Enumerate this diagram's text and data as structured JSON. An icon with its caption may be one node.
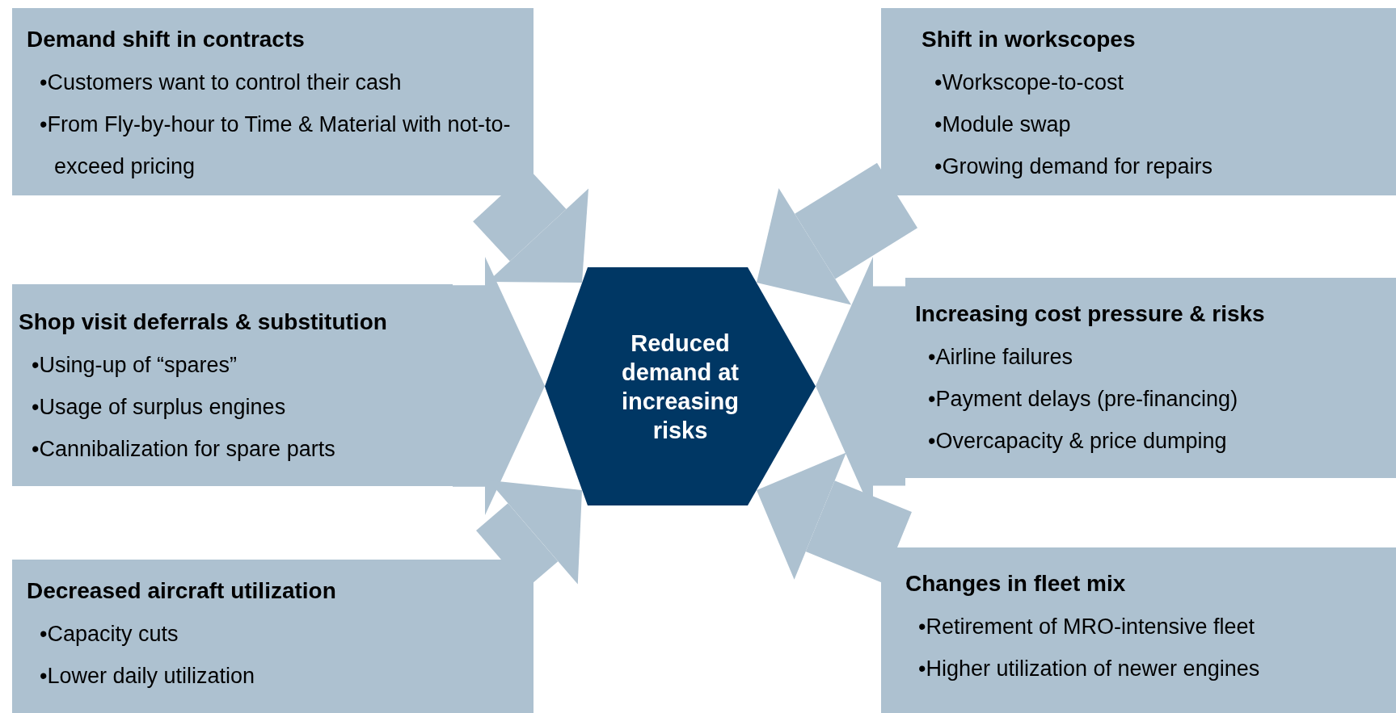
{
  "diagram": {
    "nodes": [
      {
        "text": [
          "Demand shift in contracts",
          "•Customers want to control their cash",
          "•From Fly-by-hour to Time & Material with not-to-exceed pricing"
        ]
      },
      {
        "text": [
          "Shift in workscopes",
          "•Workscope-to-cost",
          "•Module swap",
          "•Growing demand for repairs"
        ]
      },
      {
        "text": [
          "Shop visit deferrals & substitution",
          "•Using-up of “spares”",
          "•Usage of surplus engines",
          "•Cannibalization for spare parts"
        ]
      },
      {
        "text": [
          "Reduced demand at increasing risks"
        ]
      },
      {
        "text": [
          "Increasing cost pressure & risks",
          "•Airline failures",
          "•Payment delays (pre-financing)",
          "•Overcapacity & price dumping"
        ]
      },
      {
        "text": [
          "Decreased aircraft utilization",
          "•Capacity cuts",
          "•Lower daily utilization"
        ]
      },
      {
        "text": [
          "Changes in fleet mix",
          "•Retirement of MRO-intensive fleet",
          "•Higher utilization of newer engines"
        ]
      }
    ],
    "edges": [
      {
        "from": 0,
        "to": 3,
        "arrow": "to"
      },
      {
        "from": 1,
        "to": 3,
        "arrow": "to"
      },
      {
        "from": 2,
        "to": 3,
        "arrow": "to",
        "style": "thick"
      },
      {
        "from": 4,
        "to": 3,
        "arrow": "to",
        "style": "thick"
      },
      {
        "from": 5,
        "to": 3,
        "arrow": "to"
      },
      {
        "from": 6,
        "to": 3,
        "arrow": "to"
      }
    ]
  }
}
